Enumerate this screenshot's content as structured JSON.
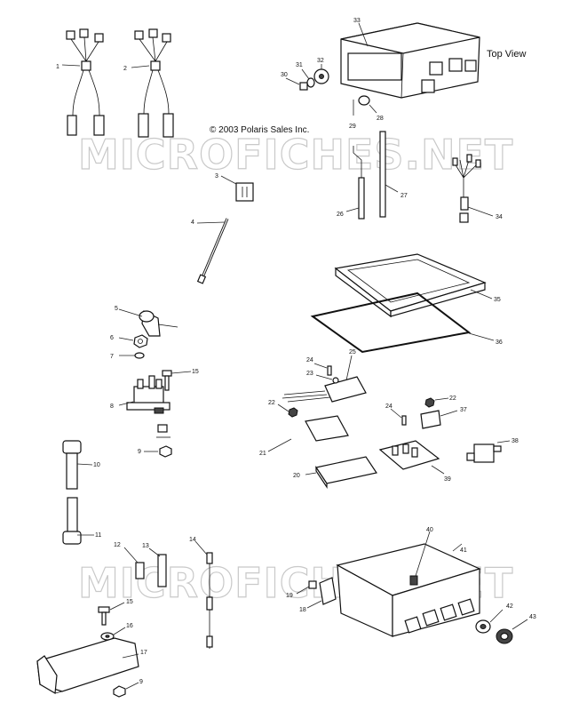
{
  "copyright": "© 2003 Polaris Sales Inc.",
  "top_view_label": "Top View",
  "watermark": "MICROFICHES.NET",
  "callouts": [
    "1",
    "2",
    "3",
    "4",
    "5",
    "6",
    "7",
    "8",
    "9",
    "10",
    "11",
    "12",
    "13",
    "14",
    "15",
    "15",
    "16",
    "17",
    "9",
    "18",
    "19",
    "20",
    "21",
    "22",
    "22",
    "23",
    "24",
    "24",
    "25",
    "26",
    "27",
    "28",
    "29",
    "30",
    "31",
    "32",
    "33",
    "34",
    "35",
    "36",
    "37",
    "38",
    "39",
    "40",
    "41",
    "42",
    "43"
  ]
}
